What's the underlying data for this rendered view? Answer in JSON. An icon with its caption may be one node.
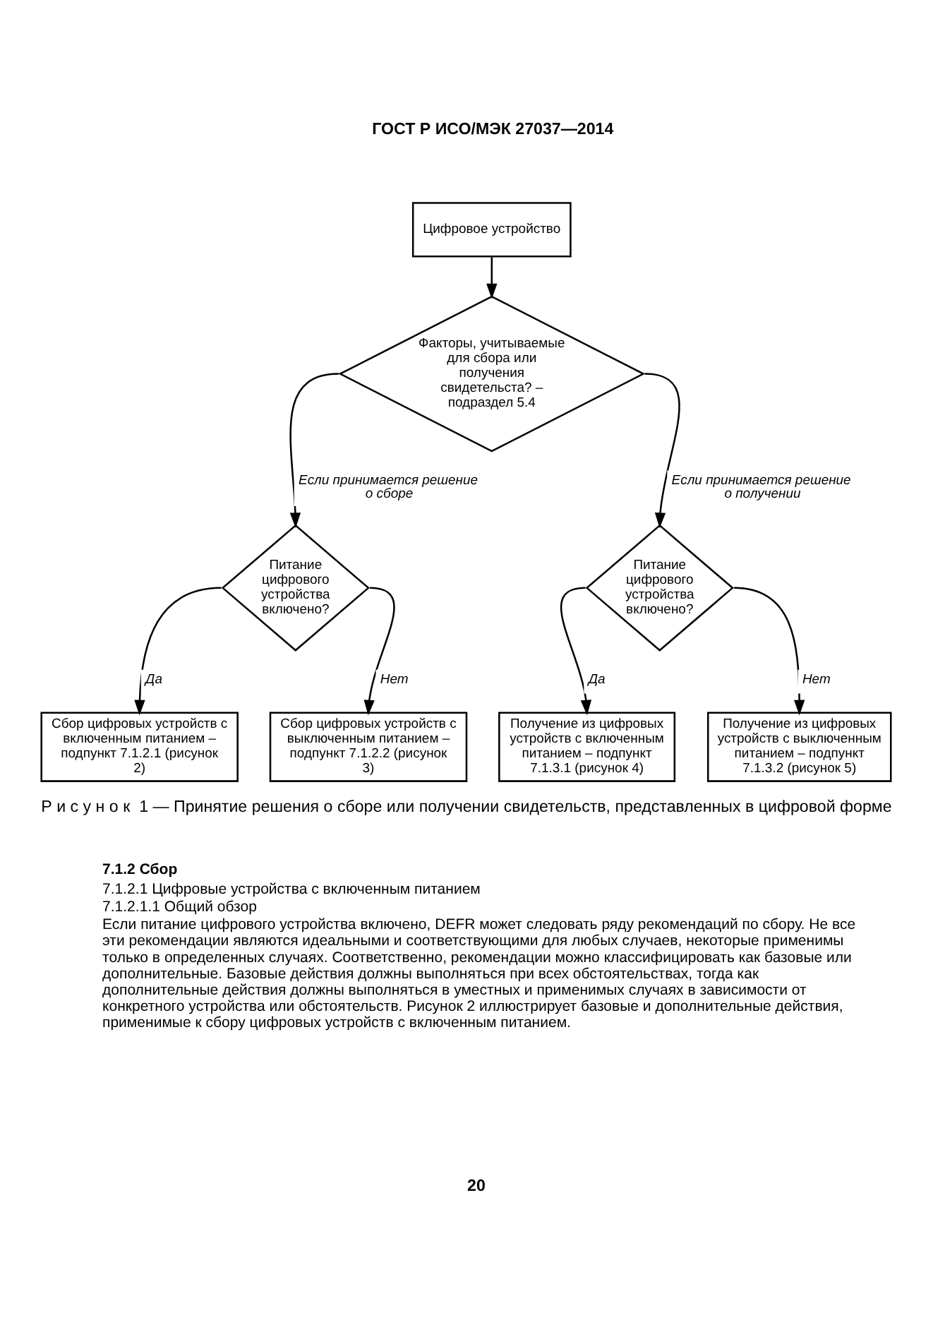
{
  "diagram": {
    "caption": "Р и с у н о к  1 — Принятие решения о сборе или получении свидетельств, представленных в цифровой форме",
    "nodes": [
      {
        "text": [
          "Цифровое устройство"
        ]
      },
      {
        "text": [
          "Факторы, учитываемые для сбора или получения свидетельста? – подраздел 5.4"
        ]
      },
      {
        "text": [
          "Питание цифрового устройства включено?"
        ]
      },
      {
        "text": [
          "Питание цифрового устройства включено?"
        ]
      },
      {
        "text": [
          "Сбор цифровых устройств с включенным питанием – подпункт 7.1.2.1 (рисунок 2)"
        ]
      },
      {
        "text": [
          "Сбор цифровых устройств с выключенным питанием – подпункт 7.1.2.2 (рисунок 3)"
        ]
      },
      {
        "text": [
          "Получение из цифровых устройств с включенным питанием – подпункт 7.1.3.1 (рисунок 4)"
        ]
      },
      {
        "text": [
          "Получение из цифровых устройств с выключенным питанием – подпункт 7.1.3.2 (рисунок 5)"
        ]
      }
    ],
    "edges": [
      {
        "from": 0,
        "to": 1,
        "arrow": "to"
      },
      {
        "from": 1,
        "to": 2,
        "arrow": "to",
        "label": "Если принимается решение о сборе"
      },
      {
        "from": 1,
        "to": 3,
        "arrow": "to",
        "label": "Если принимается решение о получении"
      },
      {
        "from": 2,
        "to": 4,
        "arrow": "to",
        "label": "Да"
      },
      {
        "from": 2,
        "to": 5,
        "arrow": "to",
        "label": "Нет"
      },
      {
        "from": 3,
        "to": 6,
        "arrow": "to",
        "label": "Да"
      },
      {
        "from": 3,
        "to": 7,
        "arrow": "to",
        "label": "Нет"
      }
    ],
    "labels": [
      "ГОСТ Р ИСО/МЭК 27037—2014",
      "7.1.2 Сбор",
      "7.1.2.1 Цифровые устройства с включенным питанием",
      "7.1.2.1.1 Общий обзор",
      "Если питание цифрового устройства включено, DEFR может следовать ряду рекомендаций по сбору. Не все эти рекомендации являются идеальными и соответствующими для любых случаев, некоторые применимы только в определенных случаях. Соответственно, рекомендации можно классифицировать как базовые или дополнительные. Базовые действия должны выполняться при всех обстоятельствах, тогда как дополнительные действия должны выполняться в уместных и применимых случаях в зависимости от конкретного устройства или обстоятельств. Рисунок 2 иллюстрирует базовые и дополнительные действия, применимые к сбору цифровых устройств с включенным питанием.",
      "20"
    ]
  }
}
